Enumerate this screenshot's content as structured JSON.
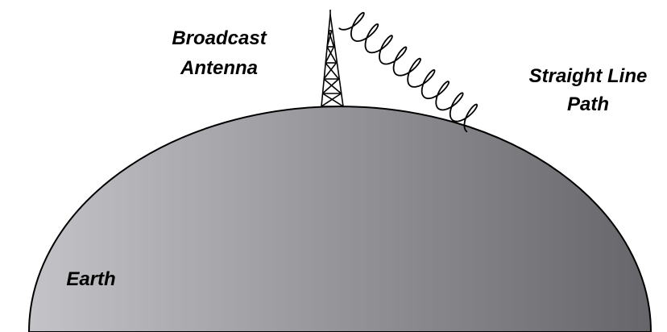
{
  "labels": {
    "antenna_line1": "Broadcast",
    "antenna_line2": "Antenna",
    "path_line1": "Straight Line",
    "path_line2": "Path",
    "earth": "Earth"
  },
  "colors": {
    "earth_light": "#c4c4c8",
    "earth_dark": "#66666a",
    "outline": "#000000",
    "background": "#ffffff"
  }
}
